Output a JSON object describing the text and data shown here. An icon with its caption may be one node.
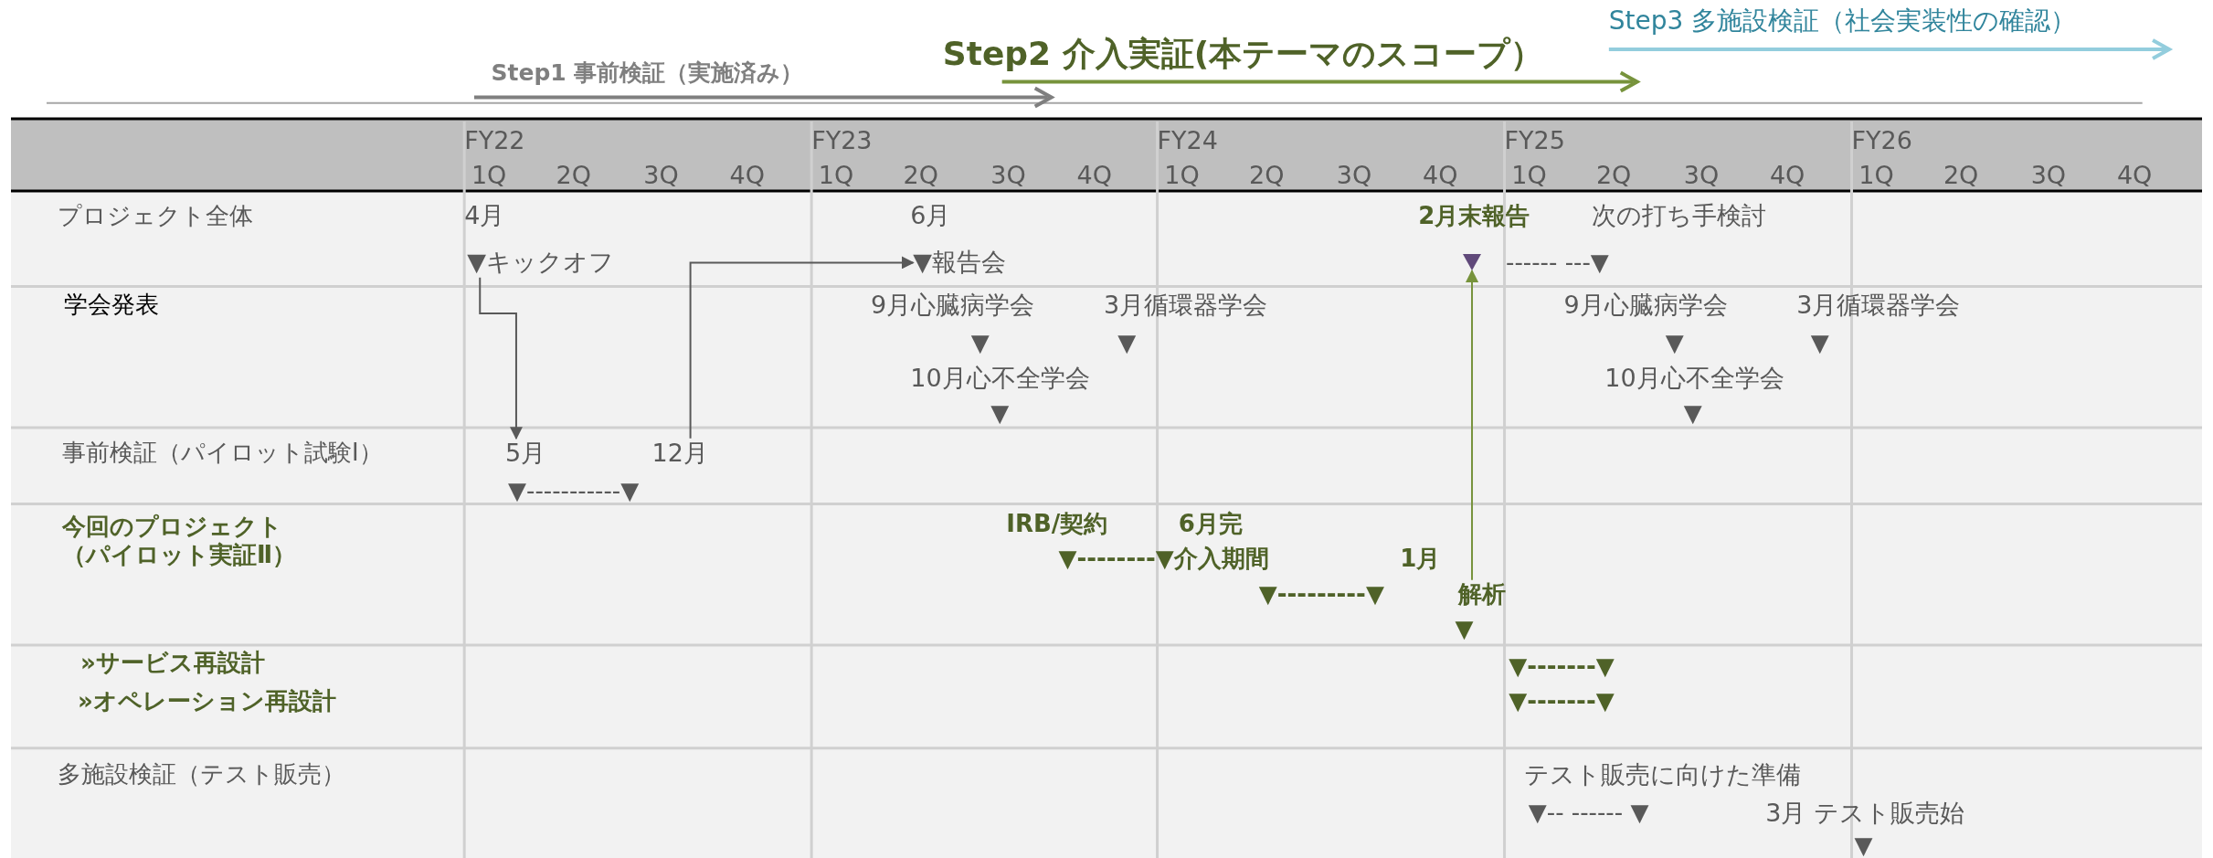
{
  "diagram": {
    "nodes": [
      {
        "text": [
          "▼キックオフ"
        ]
      },
      {
        "text": [
          "▼報告会"
        ]
      },
      {
        "text": [],
        "shape": "triangle"
      },
      {
        "text": [
          "5月"
        ]
      },
      {
        "text": [
          "12月"
        ]
      },
      {
        "text": [
          "解析"
        ]
      }
    ],
    "edges": [
      {
        "from": 0,
        "to": 3,
        "arrow": "to"
      },
      {
        "from": 4,
        "to": 1,
        "arrow": "to"
      },
      {
        "from": 5,
        "to": 2,
        "arrow": "to",
        "color": "#77933c"
      }
    ],
    "labels": [
      "Step3 多施設検証（社会実装性の確認）",
      "Step2  介入実証(本テーマのスコープ）",
      "Step1  事前検証（実施済み）",
      "FY22",
      "FY23",
      "FY24",
      "FY25",
      "FY26",
      "1Q",
      "2Q",
      "3Q",
      "4Q",
      "1Q",
      "2Q",
      "3Q",
      "4Q",
      "1Q",
      "2Q",
      "3Q",
      "4Q",
      "1Q",
      "2Q",
      "3Q",
      "4Q",
      "1Q",
      "2Q",
      "3Q",
      "4Q",
      "プロジェクト全体",
      "4月",
      "6月",
      "2月末報告",
      "次の打ち手検討",
      "------ ---▼",
      "学会発表",
      "9月心臓病学会",
      "3月循環器学会",
      "9月心臓病学会",
      "3月循環器学会",
      "▼",
      "▼",
      "▼",
      "▼",
      "10月心不全学会",
      "10月心不全学会",
      "▼",
      "▼",
      "事前検証（パイロット試験Ⅰ）",
      "▼-----------▼",
      "今回のプロジェクト（パイロット実証Ⅱ）",
      "IRB/契約",
      "6月完",
      "▼--------▼介入期間",
      "1月",
      "▼---------▼",
      "▼",
      "»サービス再設計",
      "»オペレーション再設計",
      "▼-------▼",
      "▼-------▼",
      "多施設検証（テスト販売）",
      "テスト販売に向けた準備",
      "▼-- ------ ▼",
      "3月 テスト販売始",
      "▼"
    ]
  }
}
